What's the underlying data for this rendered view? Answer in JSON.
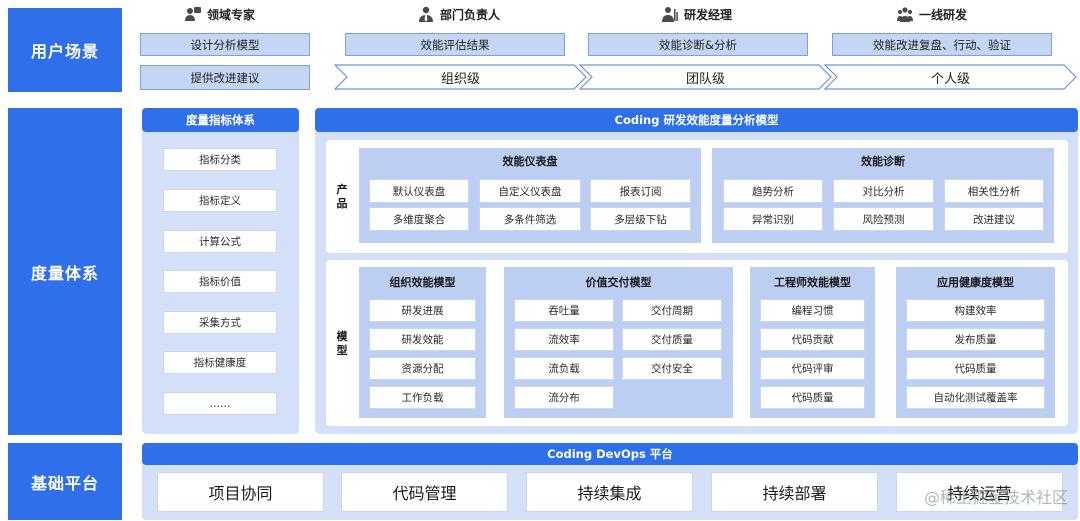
{
  "sections": {
    "user_scenarios": "用户场景",
    "metrics_system": "度量体系",
    "platform": "基础平台"
  },
  "personas": [
    {
      "label": "领域专家",
      "icon": "expert-icon"
    },
    {
      "label": "部门负责人",
      "icon": "manager-icon"
    },
    {
      "label": "研发经理",
      "icon": "rd-manager-icon"
    },
    {
      "label": "一线研发",
      "icon": "team-icon"
    }
  ],
  "scenario_row1": [
    "设计分析模型",
    "效能评估结果",
    "效能诊断&分析",
    "效能改进复盘、行动、验证"
  ],
  "scenario_row2_left": "提供改进建议",
  "levels": [
    "组织级",
    "团队级",
    "个人级"
  ],
  "metrics_panel": {
    "title": "度量指标体系",
    "items": [
      "指标分类",
      "指标定义",
      "计算公式",
      "指标价值",
      "采集方式",
      "指标健康度",
      "……"
    ]
  },
  "analysis_panel": {
    "title": "Coding 研发效能度量分析模型",
    "product_label": "产品",
    "model_label": "模型",
    "dashboard": {
      "title": "效能仪表盘",
      "items": [
        "默认仪表盘",
        "自定义仪表盘",
        "报表订阅",
        "多维度聚合",
        "多条件筛选",
        "多层级下钻"
      ]
    },
    "diagnosis": {
      "title": "效能诊断",
      "items": [
        "趋势分析",
        "对比分析",
        "相关性分析",
        "异常识别",
        "风险预测",
        "改进建议"
      ]
    },
    "org_model": {
      "title": "组织效能模型",
      "items": [
        "研发进展",
        "研发效能",
        "资源分配",
        "工作负载"
      ]
    },
    "value_model": {
      "title": "价值交付模型",
      "left": [
        "吞吐量",
        "流效率",
        "流负载",
        "流分布"
      ],
      "right": [
        "交付周期",
        "交付质量",
        "交付安全"
      ]
    },
    "engineer_model": {
      "title": "工程师效能模型",
      "items": [
        "编程习惯",
        "代码贡献",
        "代码评审",
        "代码质量"
      ]
    },
    "app_model": {
      "title": "应用健康度模型",
      "items": [
        "构建效率",
        "发布质量",
        "代码质量",
        "自动化测试覆盖率"
      ]
    }
  },
  "devops": {
    "title": "Coding DevOps 平台",
    "items": [
      "项目协同",
      "代码管理",
      "持续集成",
      "持续部署",
      "持续运营"
    ]
  },
  "watermark": "@稀土掘金技术社区",
  "colors": {
    "primary": "#2f6fea",
    "light": "#c5d6f5",
    "panel": "#d3e0f8"
  }
}
